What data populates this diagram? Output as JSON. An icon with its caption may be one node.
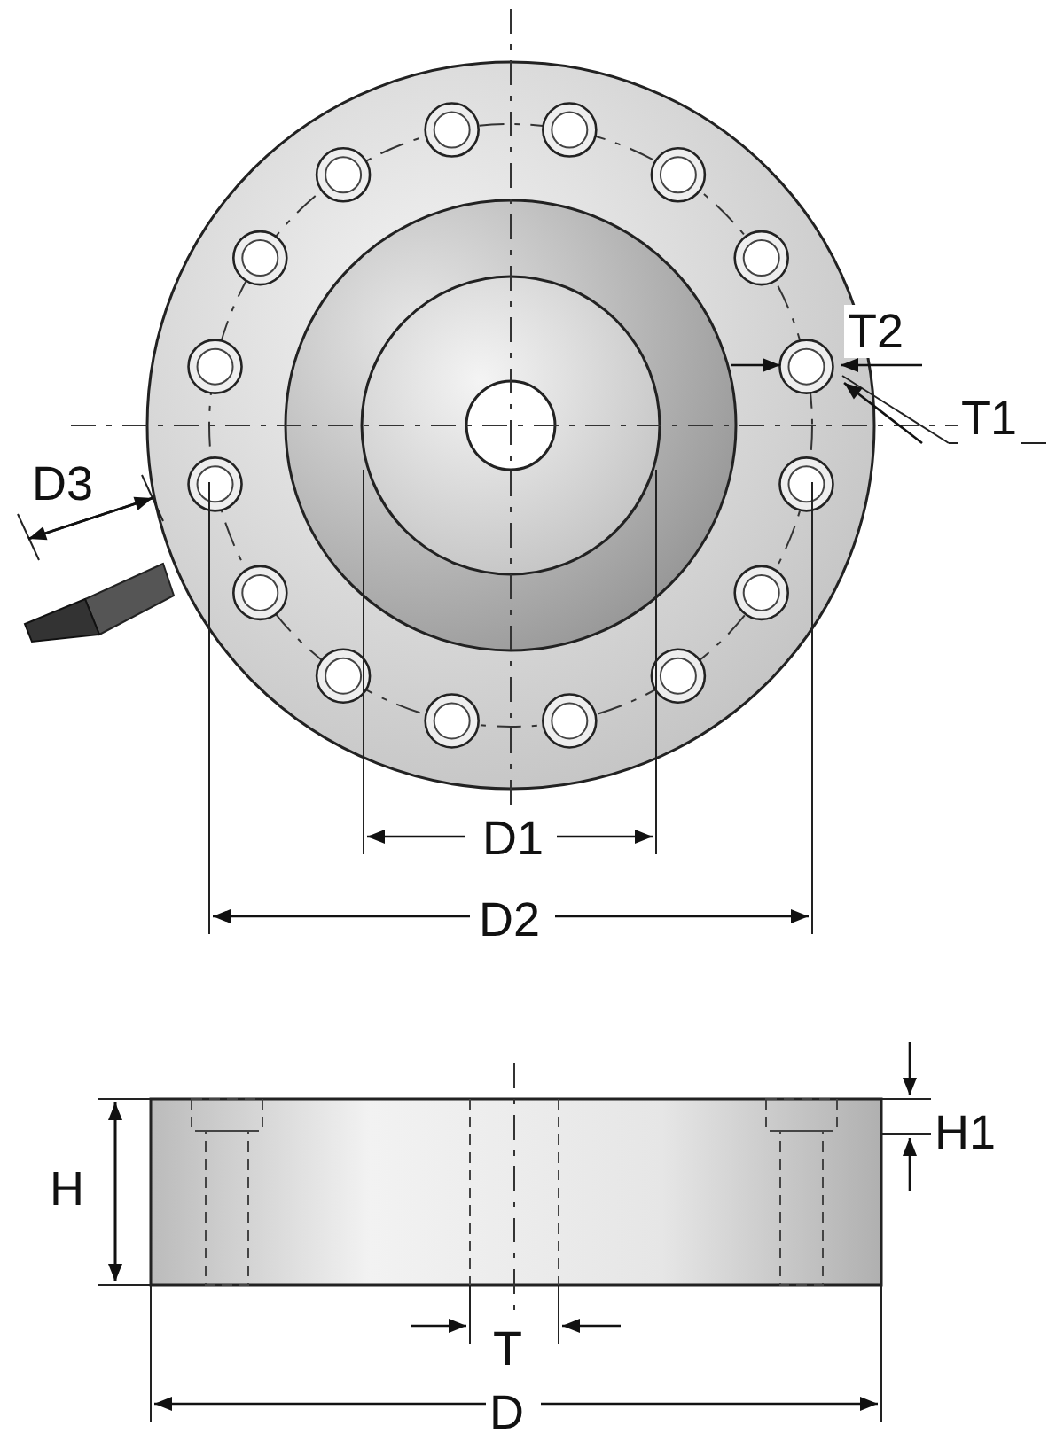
{
  "diagram": {
    "labels": [
      "D3",
      "T2",
      "T1",
      "D1",
      "D2",
      "H",
      "H1",
      "T",
      "D"
    ]
  }
}
